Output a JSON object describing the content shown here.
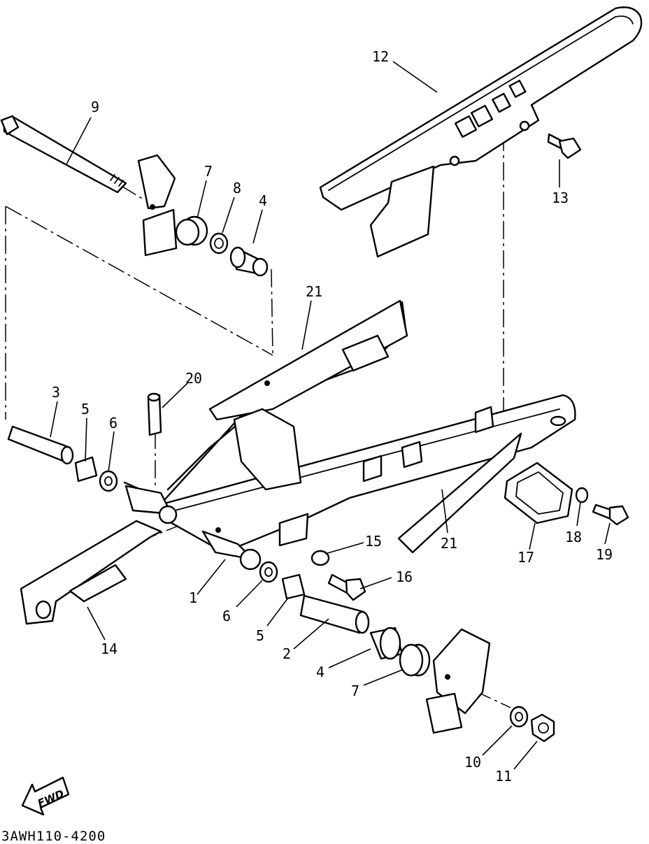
{
  "diagram_code": "3AWH110-4200",
  "fwd_label": "FWD",
  "callouts": [
    {
      "id": "c12",
      "text": "12"
    },
    {
      "id": "c9",
      "text": "9"
    },
    {
      "id": "c7a",
      "text": "7"
    },
    {
      "id": "c8",
      "text": "8"
    },
    {
      "id": "c4a",
      "text": "4"
    },
    {
      "id": "c13",
      "text": "13"
    },
    {
      "id": "c21a",
      "text": "21"
    },
    {
      "id": "c20",
      "text": "20"
    },
    {
      "id": "c3",
      "text": "3"
    },
    {
      "id": "c5a",
      "text": "5"
    },
    {
      "id": "c6a",
      "text": "6"
    },
    {
      "id": "c15",
      "text": "15"
    },
    {
      "id": "c16",
      "text": "16"
    },
    {
      "id": "c21b",
      "text": "21"
    },
    {
      "id": "c17",
      "text": "17"
    },
    {
      "id": "c18",
      "text": "18"
    },
    {
      "id": "c19",
      "text": "19"
    },
    {
      "id": "c1",
      "text": "1"
    },
    {
      "id": "c6b",
      "text": "6"
    },
    {
      "id": "c5b",
      "text": "5"
    },
    {
      "id": "c2",
      "text": "2"
    },
    {
      "id": "c14",
      "text": "14"
    },
    {
      "id": "c4b",
      "text": "4"
    },
    {
      "id": "c7b",
      "text": "7"
    },
    {
      "id": "c10",
      "text": "10"
    },
    {
      "id": "c11",
      "text": "11"
    }
  ]
}
